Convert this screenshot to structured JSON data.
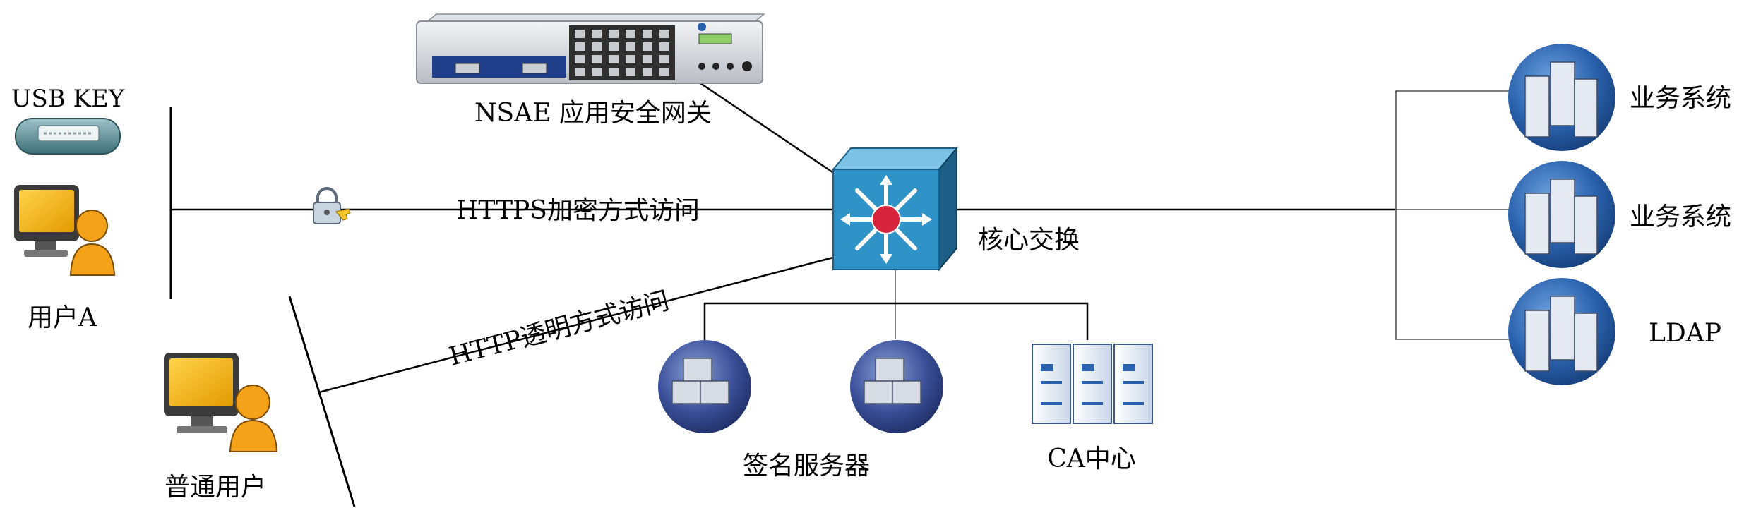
{
  "labels": {
    "usb_key": "USB KEY",
    "user_a": "用户A",
    "normal_user": "普通用户",
    "gateway": "NSAE 应用安全网关",
    "https_link": "HTTPS加密方式访问",
    "http_link": "HTTP透明方式访问",
    "core_switch": "核心交换",
    "sign_servers": "签名服务器",
    "ca_center": "CA中心",
    "biz_system_1": "业务系统",
    "biz_system_2": "业务系统",
    "ldap": "LDAP"
  },
  "colors": {
    "switch_face": "#2f93c8",
    "switch_dark": "#1c5e86",
    "switch_hub": "#d8243c",
    "server_globe": "#2a62ad",
    "monitor_screen": "#f2b411",
    "user_figure": "#f5a21b",
    "line": "#000000"
  },
  "icons": {
    "usb_key": "usb-key-icon",
    "user_a": "user-computer-icon",
    "normal_user": "user-computer-icon",
    "gateway": "gateway-appliance-icon",
    "lock": "lock-icon",
    "core_switch": "switch-icon",
    "sign_server": "server-globe-icon",
    "ca": "server-rack-icon",
    "biz": "server-cluster-icon"
  }
}
